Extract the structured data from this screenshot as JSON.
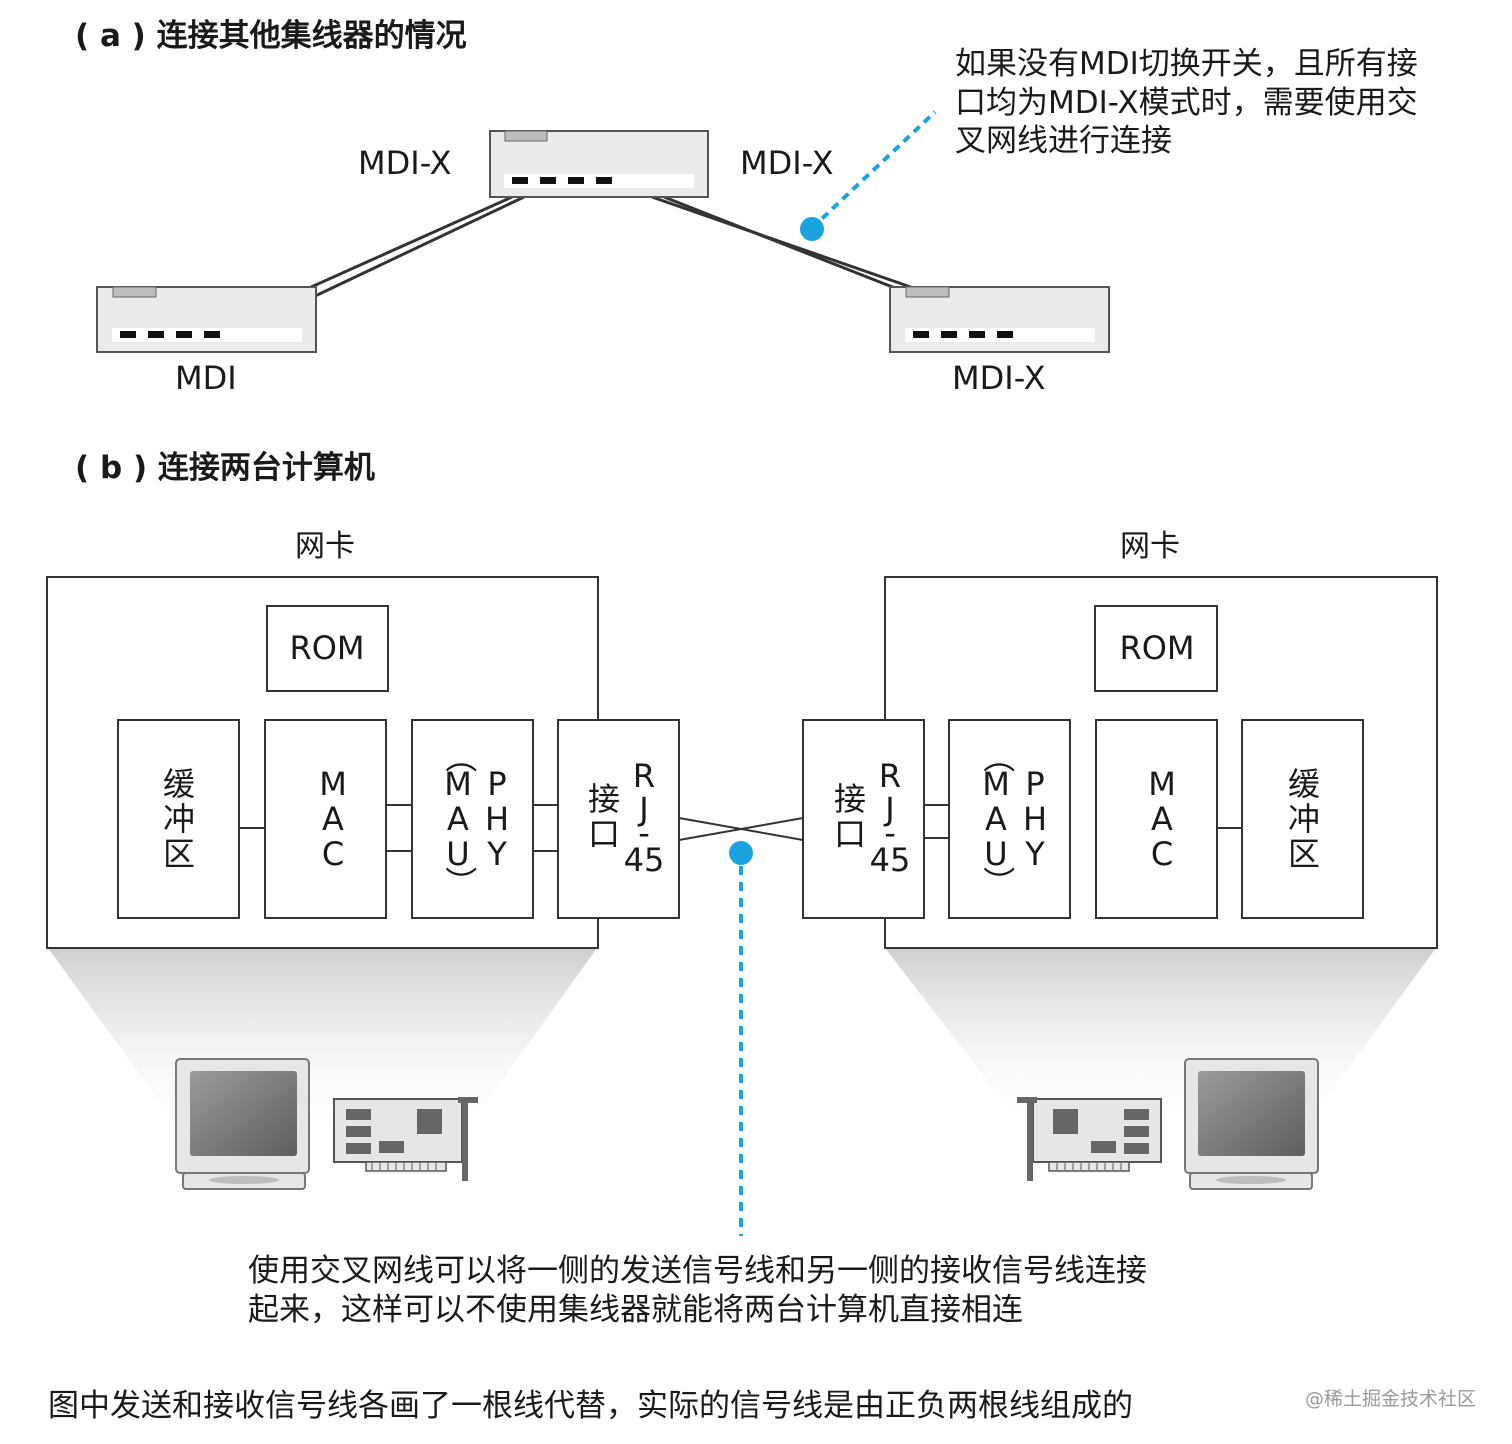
{
  "section_a": {
    "title": "( a ) 连接其他集线器的情况",
    "hub_top": {
      "left_port": "MDI-X",
      "right_port": "MDI-X"
    },
    "hub_left": {
      "label": "MDI"
    },
    "hub_right": {
      "label": "MDI-X"
    },
    "callout_lines": [
      "如果没有MDI切换开关，且所有接",
      "口均为MDI-X模式时，需要使用交",
      "叉网线进行连接"
    ]
  },
  "section_b": {
    "title": "( b ) 连接两台计算机",
    "nic_left": {
      "label": "网卡",
      "rom": "ROM",
      "buffer": [
        "缓",
        "冲",
        "区"
      ],
      "mac": [
        "M",
        "A",
        "C"
      ],
      "phy": [
        "P",
        "H",
        "Y"
      ],
      "mau": [
        "（",
        "M",
        "A",
        "U",
        "）"
      ],
      "jack_cn": [
        "接",
        "口"
      ],
      "jack_en": [
        "R",
        "J",
        "-",
        "45"
      ]
    },
    "nic_right": {
      "label": "网卡",
      "rom": "ROM",
      "buffer": [
        "缓",
        "冲",
        "区"
      ],
      "mac": [
        "M",
        "A",
        "C"
      ],
      "phy": [
        "P",
        "H",
        "Y"
      ],
      "mau": [
        "（",
        "M",
        "A",
        "U",
        "）"
      ],
      "jack_cn": [
        "接",
        "口"
      ],
      "jack_en": [
        "R",
        "J",
        "-",
        "45"
      ]
    },
    "callout_lines": [
      "使用交叉网线可以将一侧的发送信号线和另一侧的接收信号线连接",
      "起来，这样可以不使用集线器就能将两台计算机直接相连"
    ]
  },
  "footer_note": "图中发送和接收信号线各画了一根线代替，实际的信号线是由正负两根线组成的",
  "watermark": "@稀土掘金技术社区",
  "colors": {
    "accent": "#1aa3dc",
    "stroke": "#333333",
    "device_fill": "#e9e9e9",
    "shadow": "#d6d6d6"
  }
}
